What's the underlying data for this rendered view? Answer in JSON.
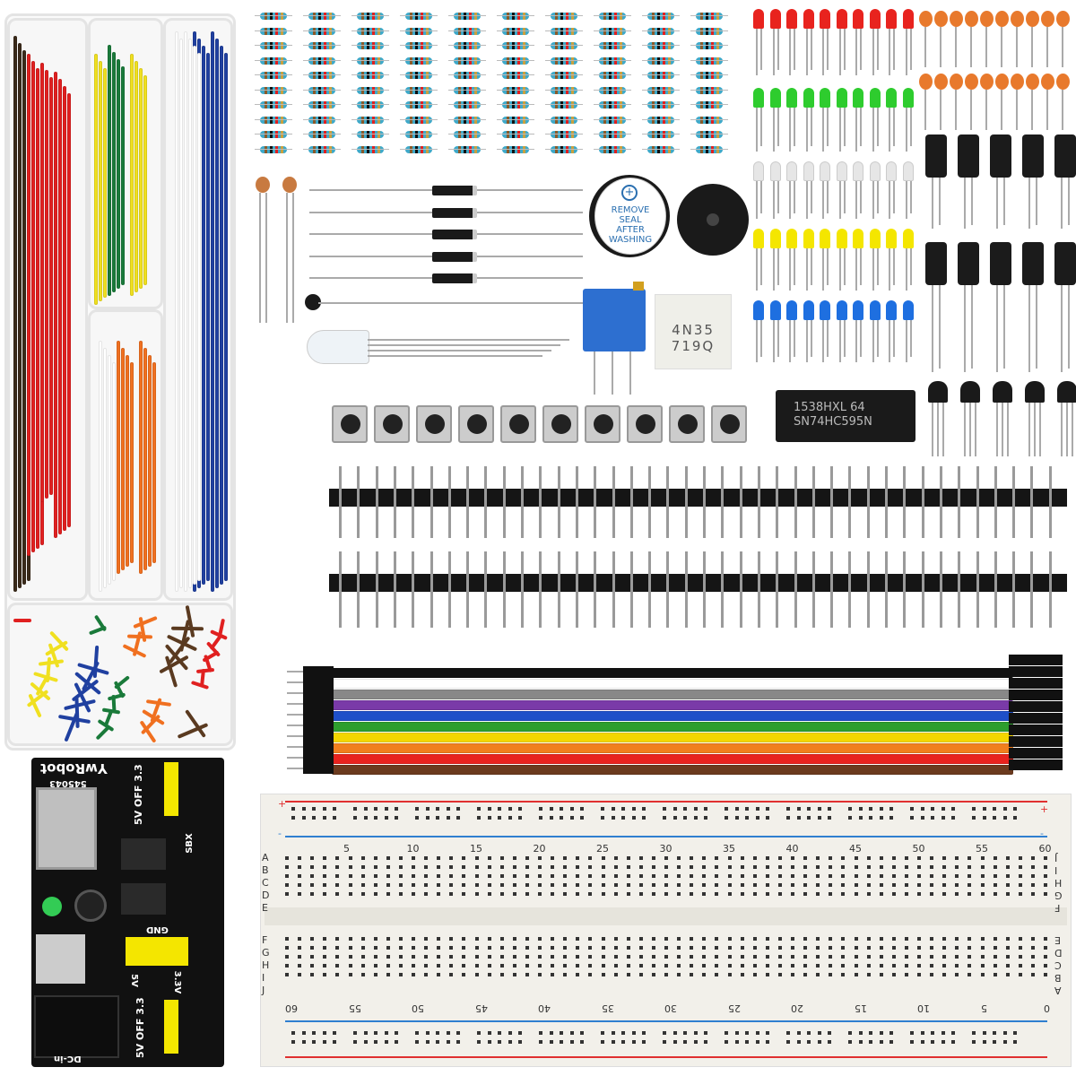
{
  "buzzer_label": [
    "REMOVE",
    "SEAL",
    "AFTER",
    "WASHING"
  ],
  "optocoupler": {
    "line1": "4N35",
    "line2": "719Q"
  },
  "shift_register": {
    "line1": "1538HXL 64",
    "line2": "SN74HC595N"
  },
  "power_module": {
    "brand": "YwRobot",
    "model": "545043",
    "top_jumper": "5V OFF 3.3",
    "sbx": "SBX",
    "gnd": "GND",
    "v5": "5V",
    "v33": "3.3V",
    "bottom_jumper": "5V OFF 3.3",
    "dc_in": "DC-in"
  },
  "breadboard": {
    "top_numbers": [
      "5",
      "10",
      "15",
      "20",
      "25",
      "30",
      "35",
      "40",
      "45",
      "50",
      "55",
      "60"
    ],
    "bottom_numbers": [
      "60",
      "55",
      "50",
      "45",
      "40",
      "35",
      "30",
      "25",
      "20",
      "15",
      "10",
      "5",
      "0"
    ],
    "rows_top": [
      "A",
      "B",
      "C",
      "D",
      "E"
    ],
    "rows_bottom": [
      "F",
      "G",
      "H",
      "I",
      "J"
    ],
    "plus": "+",
    "minus": "-"
  },
  "colors": {
    "led": [
      "#e8231e",
      "#2ecc2e",
      "#e6e6e6",
      "#f4e600",
      "#1e6fe0"
    ],
    "ribbon": [
      "#6b3a1e",
      "#e8231e",
      "#f07f1e",
      "#f4d600",
      "#2e9e2e",
      "#1e4fc8",
      "#7a3aa8",
      "#888888",
      "#ffffff",
      "#111111"
    ],
    "breadboard_red": "#e03030",
    "breadboard_blue": "#2f7fd0",
    "pcb": "#111111",
    "jumper": "#f4e600"
  }
}
